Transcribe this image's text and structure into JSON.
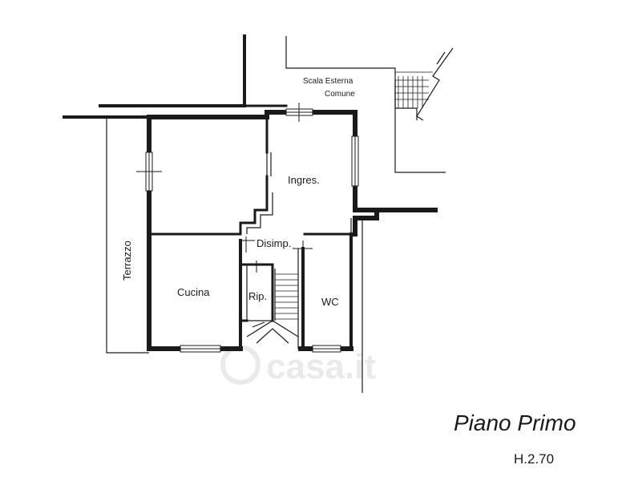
{
  "plan": {
    "rooms": {
      "ingres": "Ingres.",
      "disimp": "Disimp.",
      "cucina": "Cucina",
      "rip": "Rip.",
      "wc": "WC",
      "terrazzo": "Terrazzo"
    },
    "stair_label": {
      "line1": "Scala Esterna",
      "line2": "Comune"
    },
    "title": "Piano Primo",
    "height": "H.2.70",
    "watermark": "casa.it"
  }
}
